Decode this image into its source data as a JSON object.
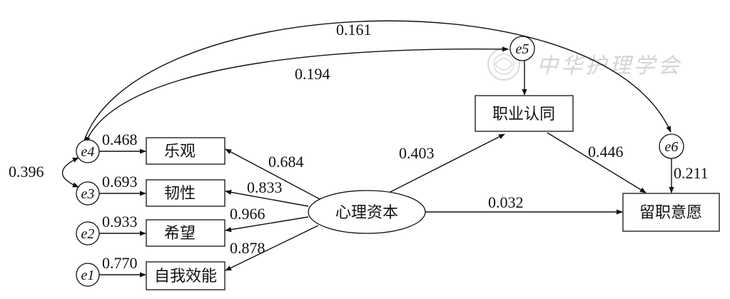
{
  "nodes": {
    "optimism": "乐观",
    "resilience": "韧性",
    "hope": "希望",
    "self_efficacy": "自我效能",
    "psych_capital": "心理资本",
    "career_identity": "职业认同",
    "retention_intention": "留职意愿"
  },
  "errors": {
    "e1": "e1",
    "e2": "e2",
    "e3": "e3",
    "e4": "e4",
    "e5": "e5",
    "e6": "e6"
  },
  "coefficients": {
    "e4_optimism": "0.468",
    "e3_resilience": "0.693",
    "e2_hope": "0.933",
    "e1_self_efficacy": "0.770",
    "e4_e3_cov": "0.396",
    "e4_e6_cov": "0.161",
    "e4_e5_cov": "0.194",
    "pc_optimism": "0.684",
    "pc_resilience": "0.833",
    "pc_hope": "0.966",
    "pc_self_efficacy": "0.878",
    "pc_career_identity": "0.403",
    "pc_retention": "0.032",
    "identity_retention": "0.446",
    "e6_retention": "0.211"
  },
  "watermark": "中华护理学会"
}
